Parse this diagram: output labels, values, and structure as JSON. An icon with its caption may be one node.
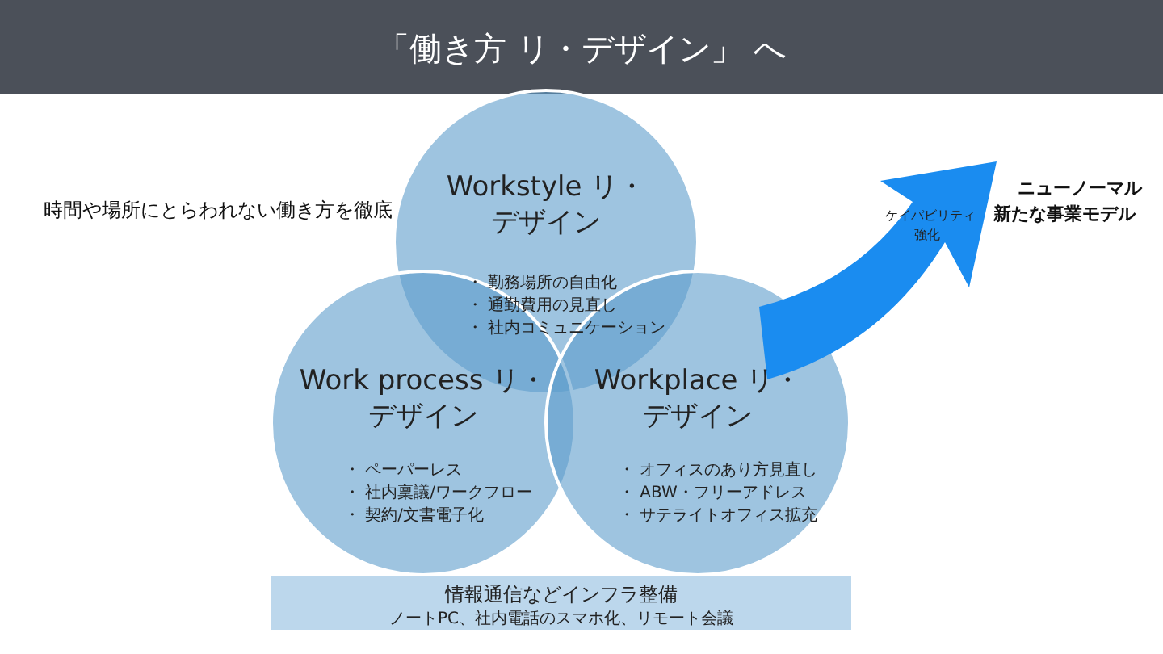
{
  "diagram": {
    "title": "「働き方 リ・デザイン」 へ",
    "nodes": [
      {
        "text": [
          "Workstyle リ・デザイン",
          "・ 勤務場所の自由化",
          "・ 通勤費用の見直し",
          "・ 社内コミュニケーション"
        ]
      },
      {
        "text": [
          "Work process リ・デザイン",
          "・ ペーパーレス",
          "・ 社内稟議/ワークフロー",
          "・ 契約/文書電子化"
        ]
      },
      {
        "text": [
          "Workplace リ・デザイン",
          "・ オフィスのあり方見直し",
          "・ ABW・フリーアドレス",
          "・ サテライトオフィス拡充"
        ]
      },
      {
        "text": [
          "情報通信などインフラ整備",
          "ノートPC、社内電話のスマホ化、リモート会議"
        ]
      },
      {
        "text": [
          "ケイパビリティ",
          "強化"
        ]
      }
    ],
    "labels": [
      "時間や場所にとらわれない働き方を徹底",
      "ニューノーマル",
      "新たな事業モデル"
    ]
  }
}
